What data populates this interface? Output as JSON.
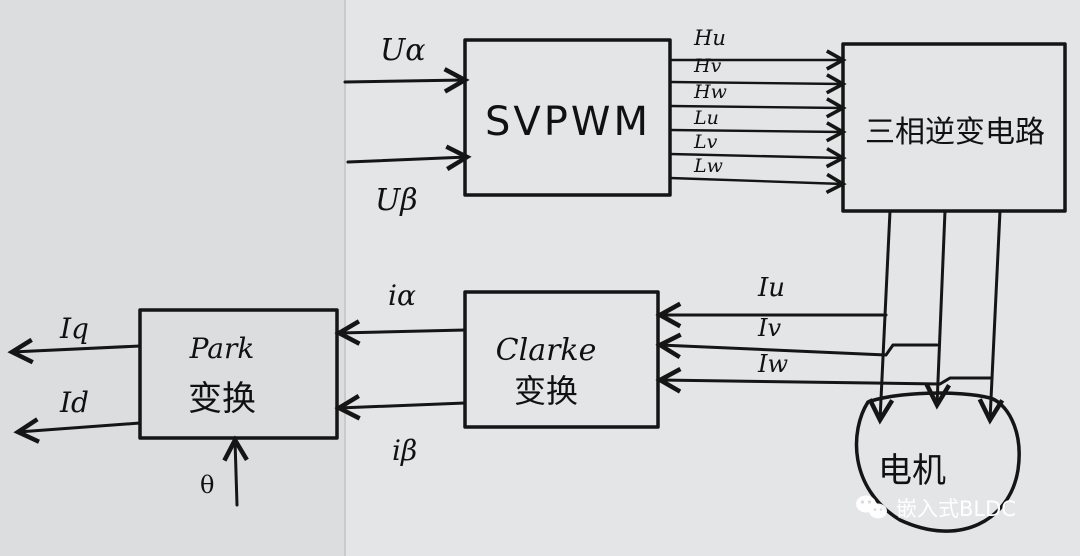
{
  "blocks": {
    "svpwm": "SVPWM",
    "inverter": "三相逆变电路",
    "clarke_line1": "Clarke",
    "clarke_line2": "变换",
    "park_line1": "Park",
    "park_line2": "变换",
    "motor": "电机"
  },
  "signals": {
    "u_alpha": "Uα",
    "u_beta": "Uβ",
    "pwm_outputs": [
      "Hu",
      "Hv",
      "Hw",
      "Lu",
      "Lv",
      "Lw"
    ],
    "phase_currents": [
      "Iu",
      "Iv",
      "Iw"
    ],
    "i_alpha": "iα",
    "i_beta": "iβ",
    "iq": "Iq",
    "id": "Id",
    "theta": "θ"
  },
  "watermark": {
    "text": "嵌入式BLDC",
    "icon": "wechat-icon"
  },
  "colors": {
    "paper": "#d9dadc",
    "ink": "#151515",
    "watermark": "#ffffff"
  }
}
